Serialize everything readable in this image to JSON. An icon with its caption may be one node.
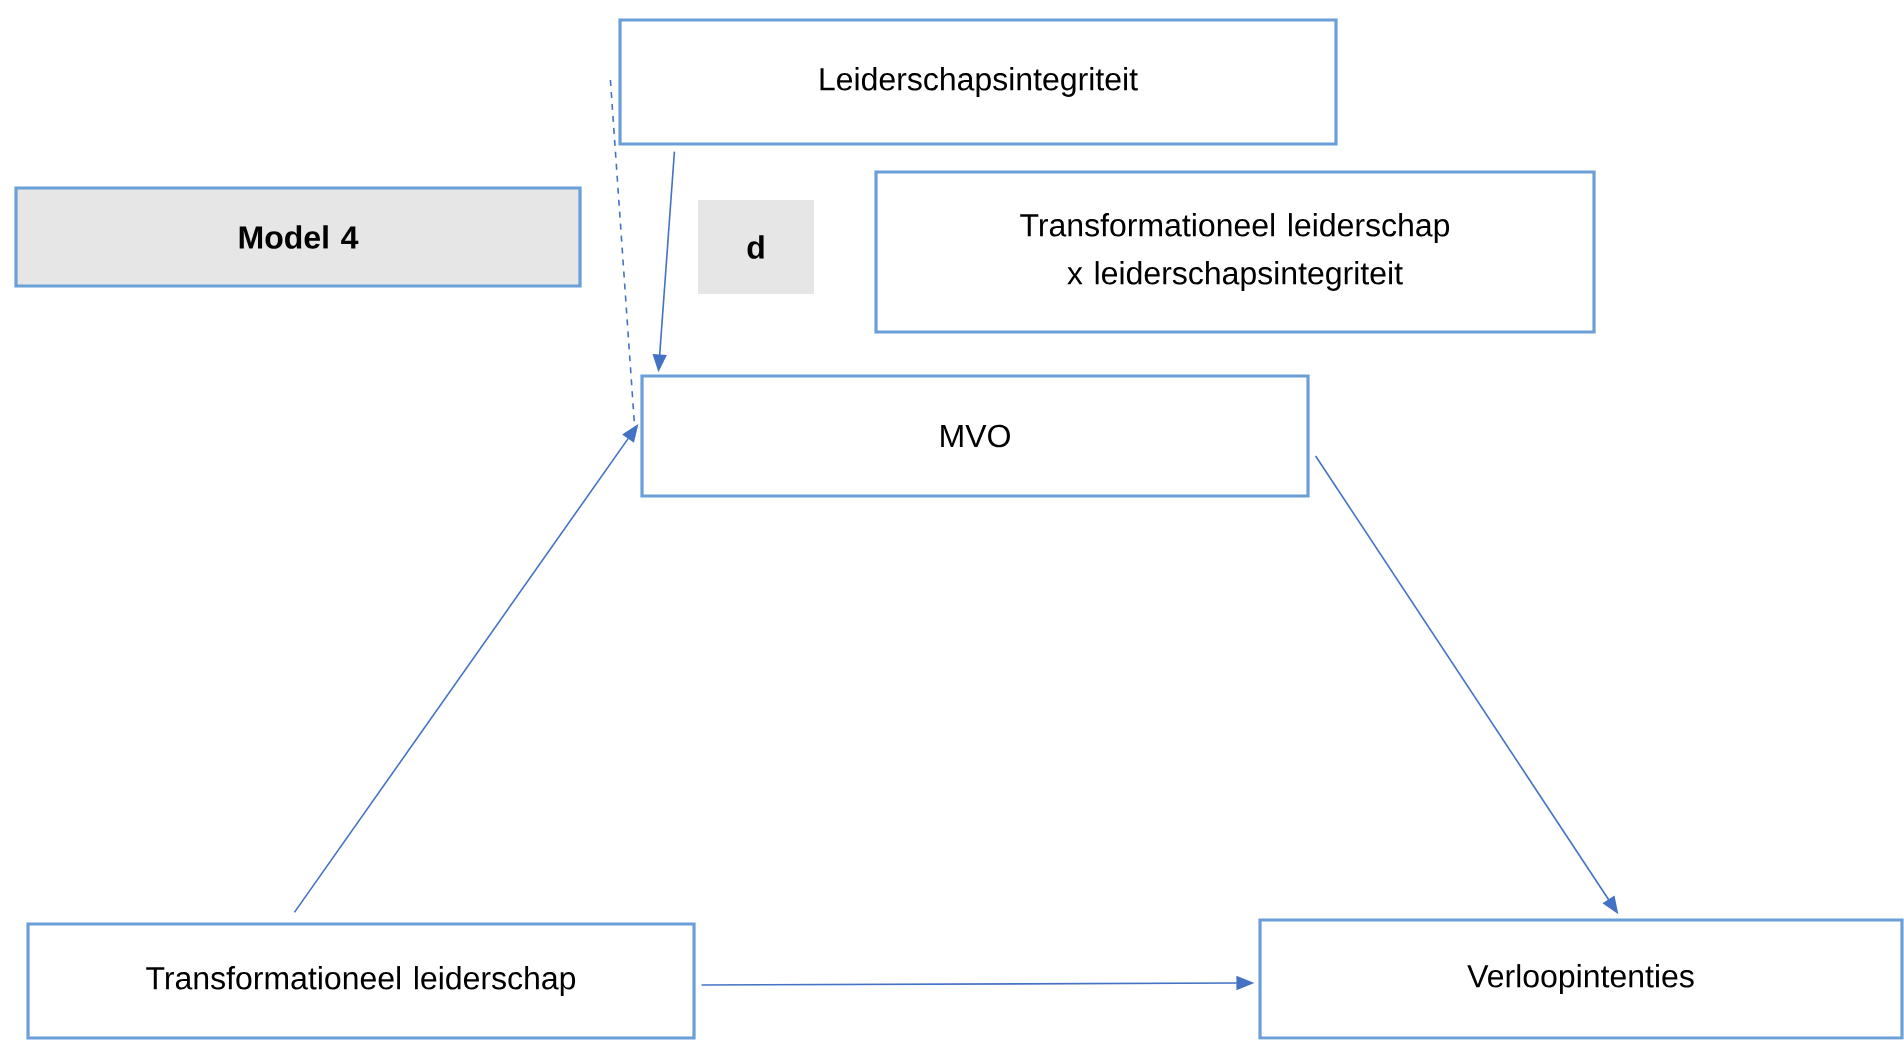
{
  "diagram": {
    "nodes": [
      {
        "text": [
          "Model 4"
        ]
      },
      {
        "text": [
          "Leiderschapsintegriteit"
        ]
      },
      {
        "text": [
          "d"
        ]
      },
      {
        "text": [
          "Transformationeel leiderschap x leiderschapsintegriteit"
        ]
      },
      {
        "text": [
          "MVO"
        ]
      },
      {
        "text": [
          "Transformationeel leiderschap"
        ]
      },
      {
        "text": [
          "Verloopintenties"
        ]
      }
    ],
    "edges": [
      {
        "from": 1,
        "to": 4,
        "arrow": "to"
      },
      {
        "from": 1,
        "to": 4,
        "arrow": "none",
        "style": "dashed"
      },
      {
        "from": 5,
        "to": 4,
        "arrow": "to"
      },
      {
        "from": 4,
        "to": 6,
        "arrow": "to"
      },
      {
        "from": 5,
        "to": 6,
        "arrow": "to"
      }
    ]
  }
}
